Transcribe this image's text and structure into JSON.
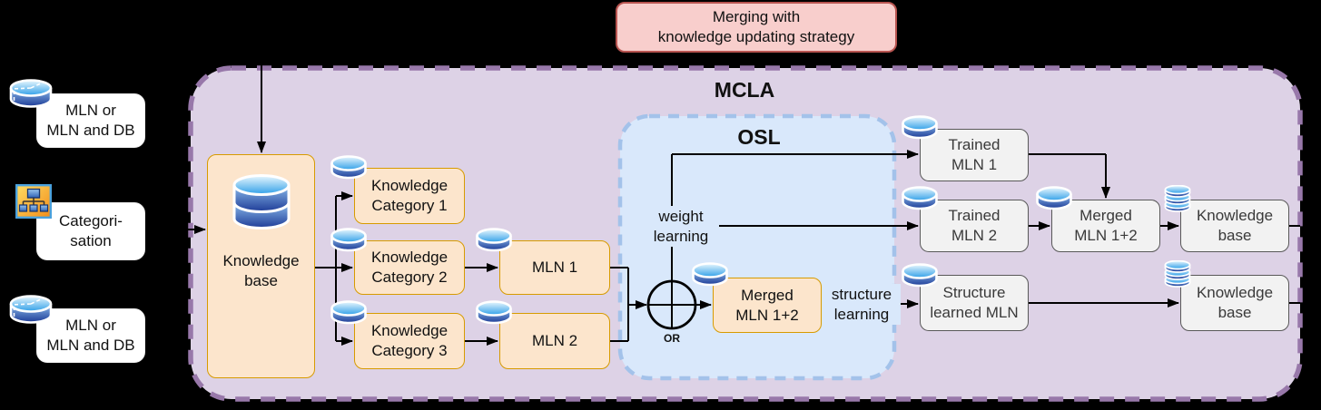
{
  "strategy_box": {
    "label": "Merging with\nknowledge updating strategy"
  },
  "inputs": [
    {
      "label": "MLN or\nMLN and DB",
      "icon": "database-pie-icon"
    },
    {
      "label": "Categori-\nsation",
      "icon": "hierarchy-icon"
    },
    {
      "label": "MLN or\nMLN and DB",
      "icon": "database-pie-icon"
    }
  ],
  "mcla": {
    "title": "MCLA",
    "knowledge_base": {
      "label": "Knowledge\nbase"
    },
    "categories": [
      {
        "label": "Knowledge\nCategory 1"
      },
      {
        "label": "Knowledge\nCategory 2"
      },
      {
        "label": "Knowledge\nCategory 3"
      }
    ],
    "mlns": [
      {
        "label": "MLN 1"
      },
      {
        "label": "MLN 2"
      }
    ],
    "osl": {
      "title": "OSL",
      "weight_learning_label": "weight\nlearning",
      "or_label": "OR",
      "merged_mln": {
        "label": "Merged\nMLN 1+2"
      },
      "structure_learning_label": "structure\nlearning"
    },
    "outputs": {
      "trained_mln_1": "Trained\nMLN 1",
      "trained_mln_2": "Trained\nMLN 2",
      "merged_mln_12": "Merged\nMLN 1+2",
      "knowledge_base_top": "Knowledge\nbase",
      "structure_learned_mln": "Structure\nlearned MLN",
      "knowledge_base_bottom": "Knowledge\nbase"
    }
  },
  "colors": {
    "strategy_fill": "#f8cecc",
    "strategy_border": "#b85450",
    "mcla_fill": "#ddd2e6",
    "mcla_border": "#9878aa",
    "osl_fill": "#d9e8fb",
    "osl_border": "#a3c2ea",
    "process_fill": "#fce5cc",
    "process_border": "#d79b00",
    "output_fill": "#f2f2f2",
    "output_border": "#595959",
    "connector": "#000000"
  }
}
